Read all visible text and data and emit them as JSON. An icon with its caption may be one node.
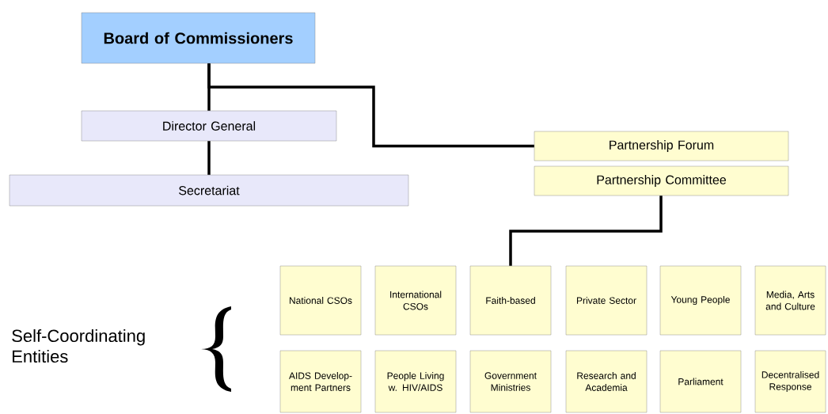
{
  "diagram": {
    "nodes": [
      {
        "text": [
          "Board of Commissioners"
        ]
      },
      {
        "text": [
          "Director General"
        ]
      },
      {
        "text": [
          "Secretariat"
        ]
      },
      {
        "text": [
          "Partnership Forum"
        ]
      },
      {
        "text": [
          "Partnership Committee"
        ]
      },
      {
        "text": [
          "National CSOs"
        ]
      },
      {
        "text": [
          "International CSOs"
        ]
      },
      {
        "text": [
          "Faith-based"
        ]
      },
      {
        "text": [
          "Private Sector"
        ]
      },
      {
        "text": [
          "Young People"
        ]
      },
      {
        "text": [
          "Media, Arts and Culture"
        ]
      },
      {
        "text": [
          "AIDS Develop-ment Partners"
        ]
      },
      {
        "text": [
          "People Living w. HIV/AIDS"
        ]
      },
      {
        "text": [
          "Government Ministries"
        ]
      },
      {
        "text": [
          "Research and Academia"
        ]
      },
      {
        "text": [
          "Parliament"
        ]
      },
      {
        "text": [
          "Decentralised Response"
        ]
      }
    ],
    "edges": [
      {
        "from": 0,
        "to": 1,
        "arrow": "none"
      },
      {
        "from": 1,
        "to": 2,
        "arrow": "none"
      },
      {
        "from": 0,
        "to": 3,
        "arrow": "none"
      },
      {
        "from": 4,
        "to": 7,
        "arrow": "none"
      }
    ],
    "labels": [
      "Self-Coordinating Entities"
    ]
  }
}
